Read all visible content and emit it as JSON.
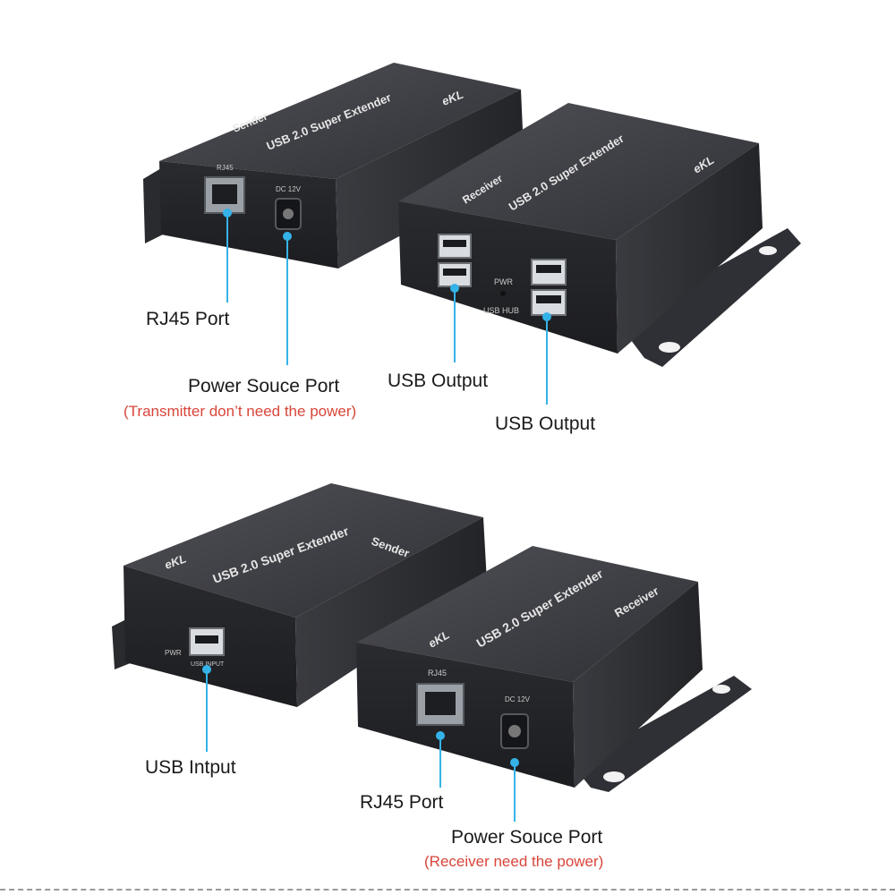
{
  "colors": {
    "device_body": "#2c2d31",
    "device_top": "#3c3d42",
    "device_edge": "#4a4b50",
    "callout_line": "#35b3e8",
    "callout_dot": "#35b3e8",
    "label_text": "#1a1a1a",
    "note_text": "#d8453a"
  },
  "top_pair": {
    "sender": {
      "model_text": "USB 2.0 Super Extender",
      "role_text": "Sender",
      "brand_text": "eKL",
      "port_rj45_text": "RJ45",
      "port_dc_text": "DC 12V"
    },
    "receiver": {
      "model_text": "USB 2.0 Super Extender",
      "role_text": "Receiver",
      "brand_text": "eKL",
      "pwr_text": "PWR",
      "hub_text": "USB HUB"
    },
    "callouts": {
      "rj45": "RJ45 Port",
      "power": "Power Souce Port",
      "power_note": "(Transmitter don’t need the power)",
      "usb_out_1": "USB Output",
      "usb_out_2": "USB Output"
    }
  },
  "bottom_pair": {
    "sender": {
      "model_text": "USB 2.0 Super Extender",
      "role_text": "Sender",
      "brand_text": "eKL",
      "pwr_text": "PWR",
      "usb_input_text": "USB INPUT"
    },
    "receiver": {
      "model_text": "USB 2.0 Super Extender",
      "role_text": "Receiver",
      "brand_text": "eKL",
      "port_rj45_text": "RJ45",
      "port_dc_text": "DC 12V"
    },
    "callouts": {
      "usb_input": "USB Intput",
      "rj45": "RJ45 Port",
      "power": "Power Souce Port",
      "power_note": "(Receiver need the power)"
    }
  }
}
